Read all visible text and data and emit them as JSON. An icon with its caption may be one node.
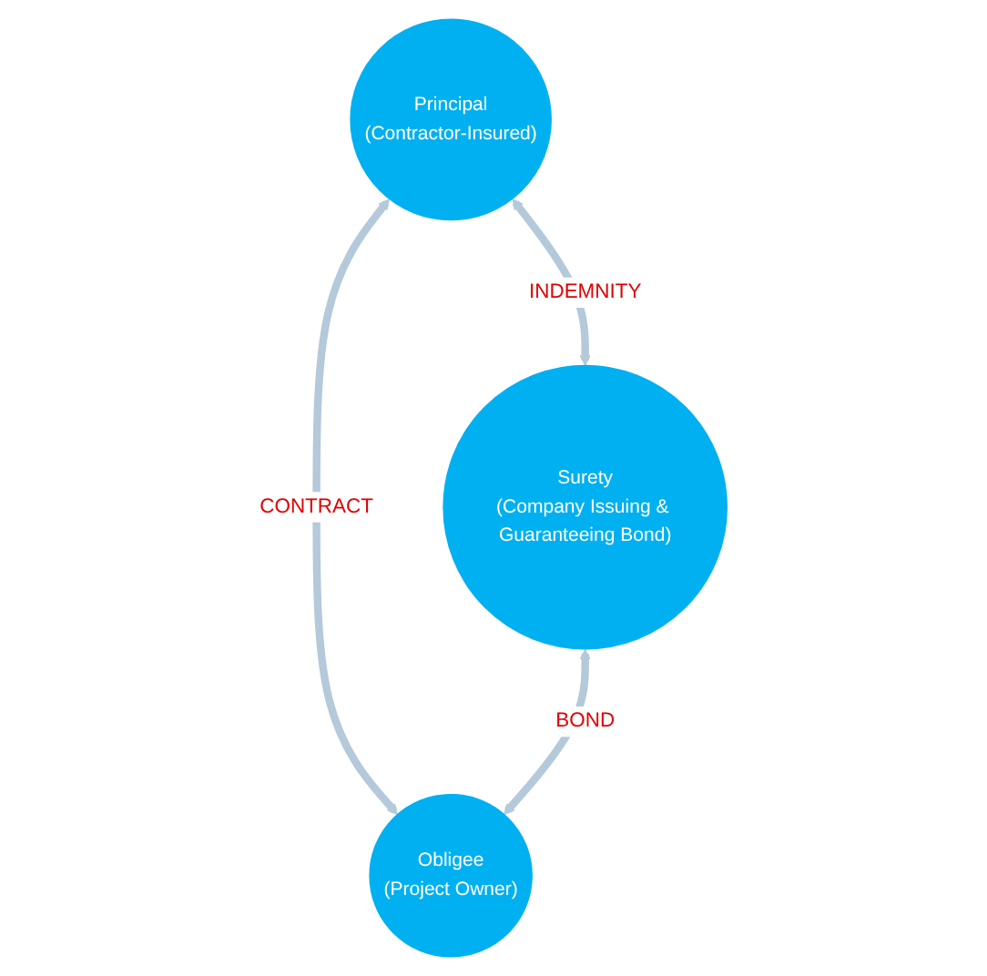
{
  "diagram": {
    "nodes": [
      {
        "text": [
          "Principal",
          "(Contractor-Insured)"
        ]
      },
      {
        "text": [
          "Surety",
          "(Company Issuing & Guaranteeing Bond)"
        ]
      },
      {
        "text": [
          "Obligee",
          "(Project Owner)"
        ]
      }
    ],
    "edges": [
      {
        "from": 0,
        "to": 1,
        "arrow": "both",
        "label": "INDEMNITY"
      },
      {
        "from": 0,
        "to": 2,
        "arrow": "both",
        "label": "CONTRACT"
      },
      {
        "from": 1,
        "to": 2,
        "arrow": "both",
        "label": "BOND"
      }
    ]
  }
}
